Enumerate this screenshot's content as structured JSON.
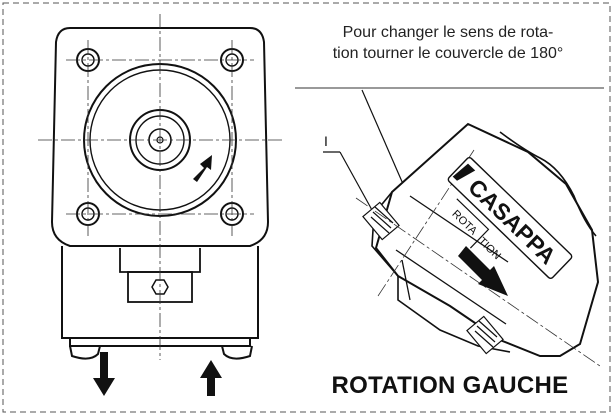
{
  "note": {
    "line1": "Pour changer le sens de rota-",
    "line2": "tion tourner le couvercle de 180°"
  },
  "callout_label": "I",
  "brand": "CASAPPA",
  "cover_text_1": "ROTA",
  "cover_text_2": "TION",
  "heading": "ROTATION GAUCHE",
  "colors": {
    "ink": "#111111",
    "frame": "#555555"
  }
}
